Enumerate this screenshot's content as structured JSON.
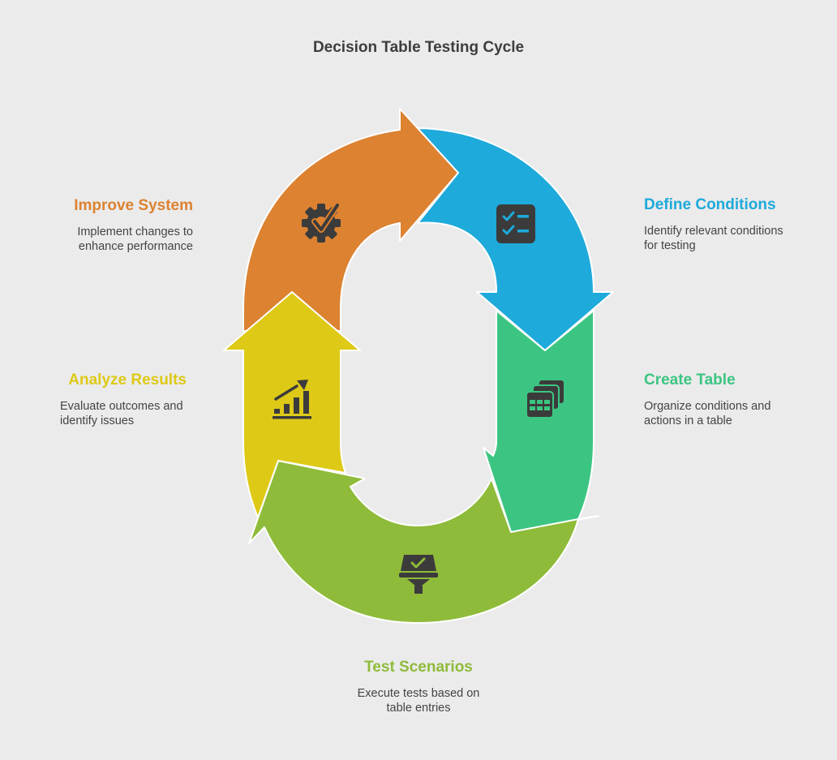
{
  "title": "Decision Table Testing Cycle",
  "steps": [
    {
      "label": "Define Conditions",
      "description": "Identify relevant conditions\nfor testing",
      "color": "#1eaadb",
      "icon": "checklist-icon"
    },
    {
      "label": "Create Table",
      "description": "Organize conditions and\nactions in a table",
      "color": "#3cc582",
      "icon": "table-stack-icon"
    },
    {
      "label": "Test Scenarios",
      "description": "Execute tests based on\ntable entries",
      "color": "#8fbb3a",
      "icon": "test-station-icon"
    },
    {
      "label": "Analyze Results",
      "description": "Evaluate outcomes and\nidentify issues",
      "color": "#dec916",
      "icon": "bar-chart-icon"
    },
    {
      "label": "Improve System",
      "description": "Implement changes to\nenhance performance",
      "color": "#dc8231",
      "icon": "gear-check-icon"
    }
  ],
  "colors": {
    "background": "#ebebeb",
    "icon": "#3b3b3b"
  }
}
